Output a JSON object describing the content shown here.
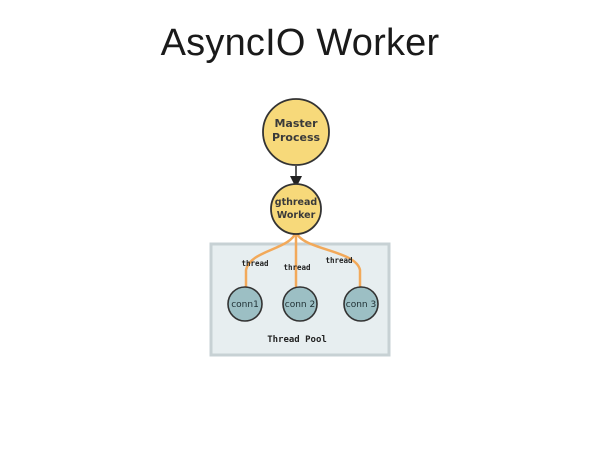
{
  "title": "AsyncIO Worker",
  "nodes": {
    "master": {
      "line1": "Master",
      "line2": "Process"
    },
    "worker": {
      "line1": "gthread",
      "line2": "Worker"
    }
  },
  "pool": {
    "label": "Thread Pool",
    "threads": [
      "thread",
      "thread",
      "thread"
    ],
    "connections": [
      "conn1",
      "conn 2",
      "conn 3"
    ]
  },
  "colors": {
    "node_fill": "#f7d97a",
    "node_stroke": "#333333",
    "pool_fill": "#e7eef0",
    "pool_stroke": "#c7d1d4",
    "conn_fill": "#9cbfc4",
    "thread_line": "#f2a95a"
  }
}
